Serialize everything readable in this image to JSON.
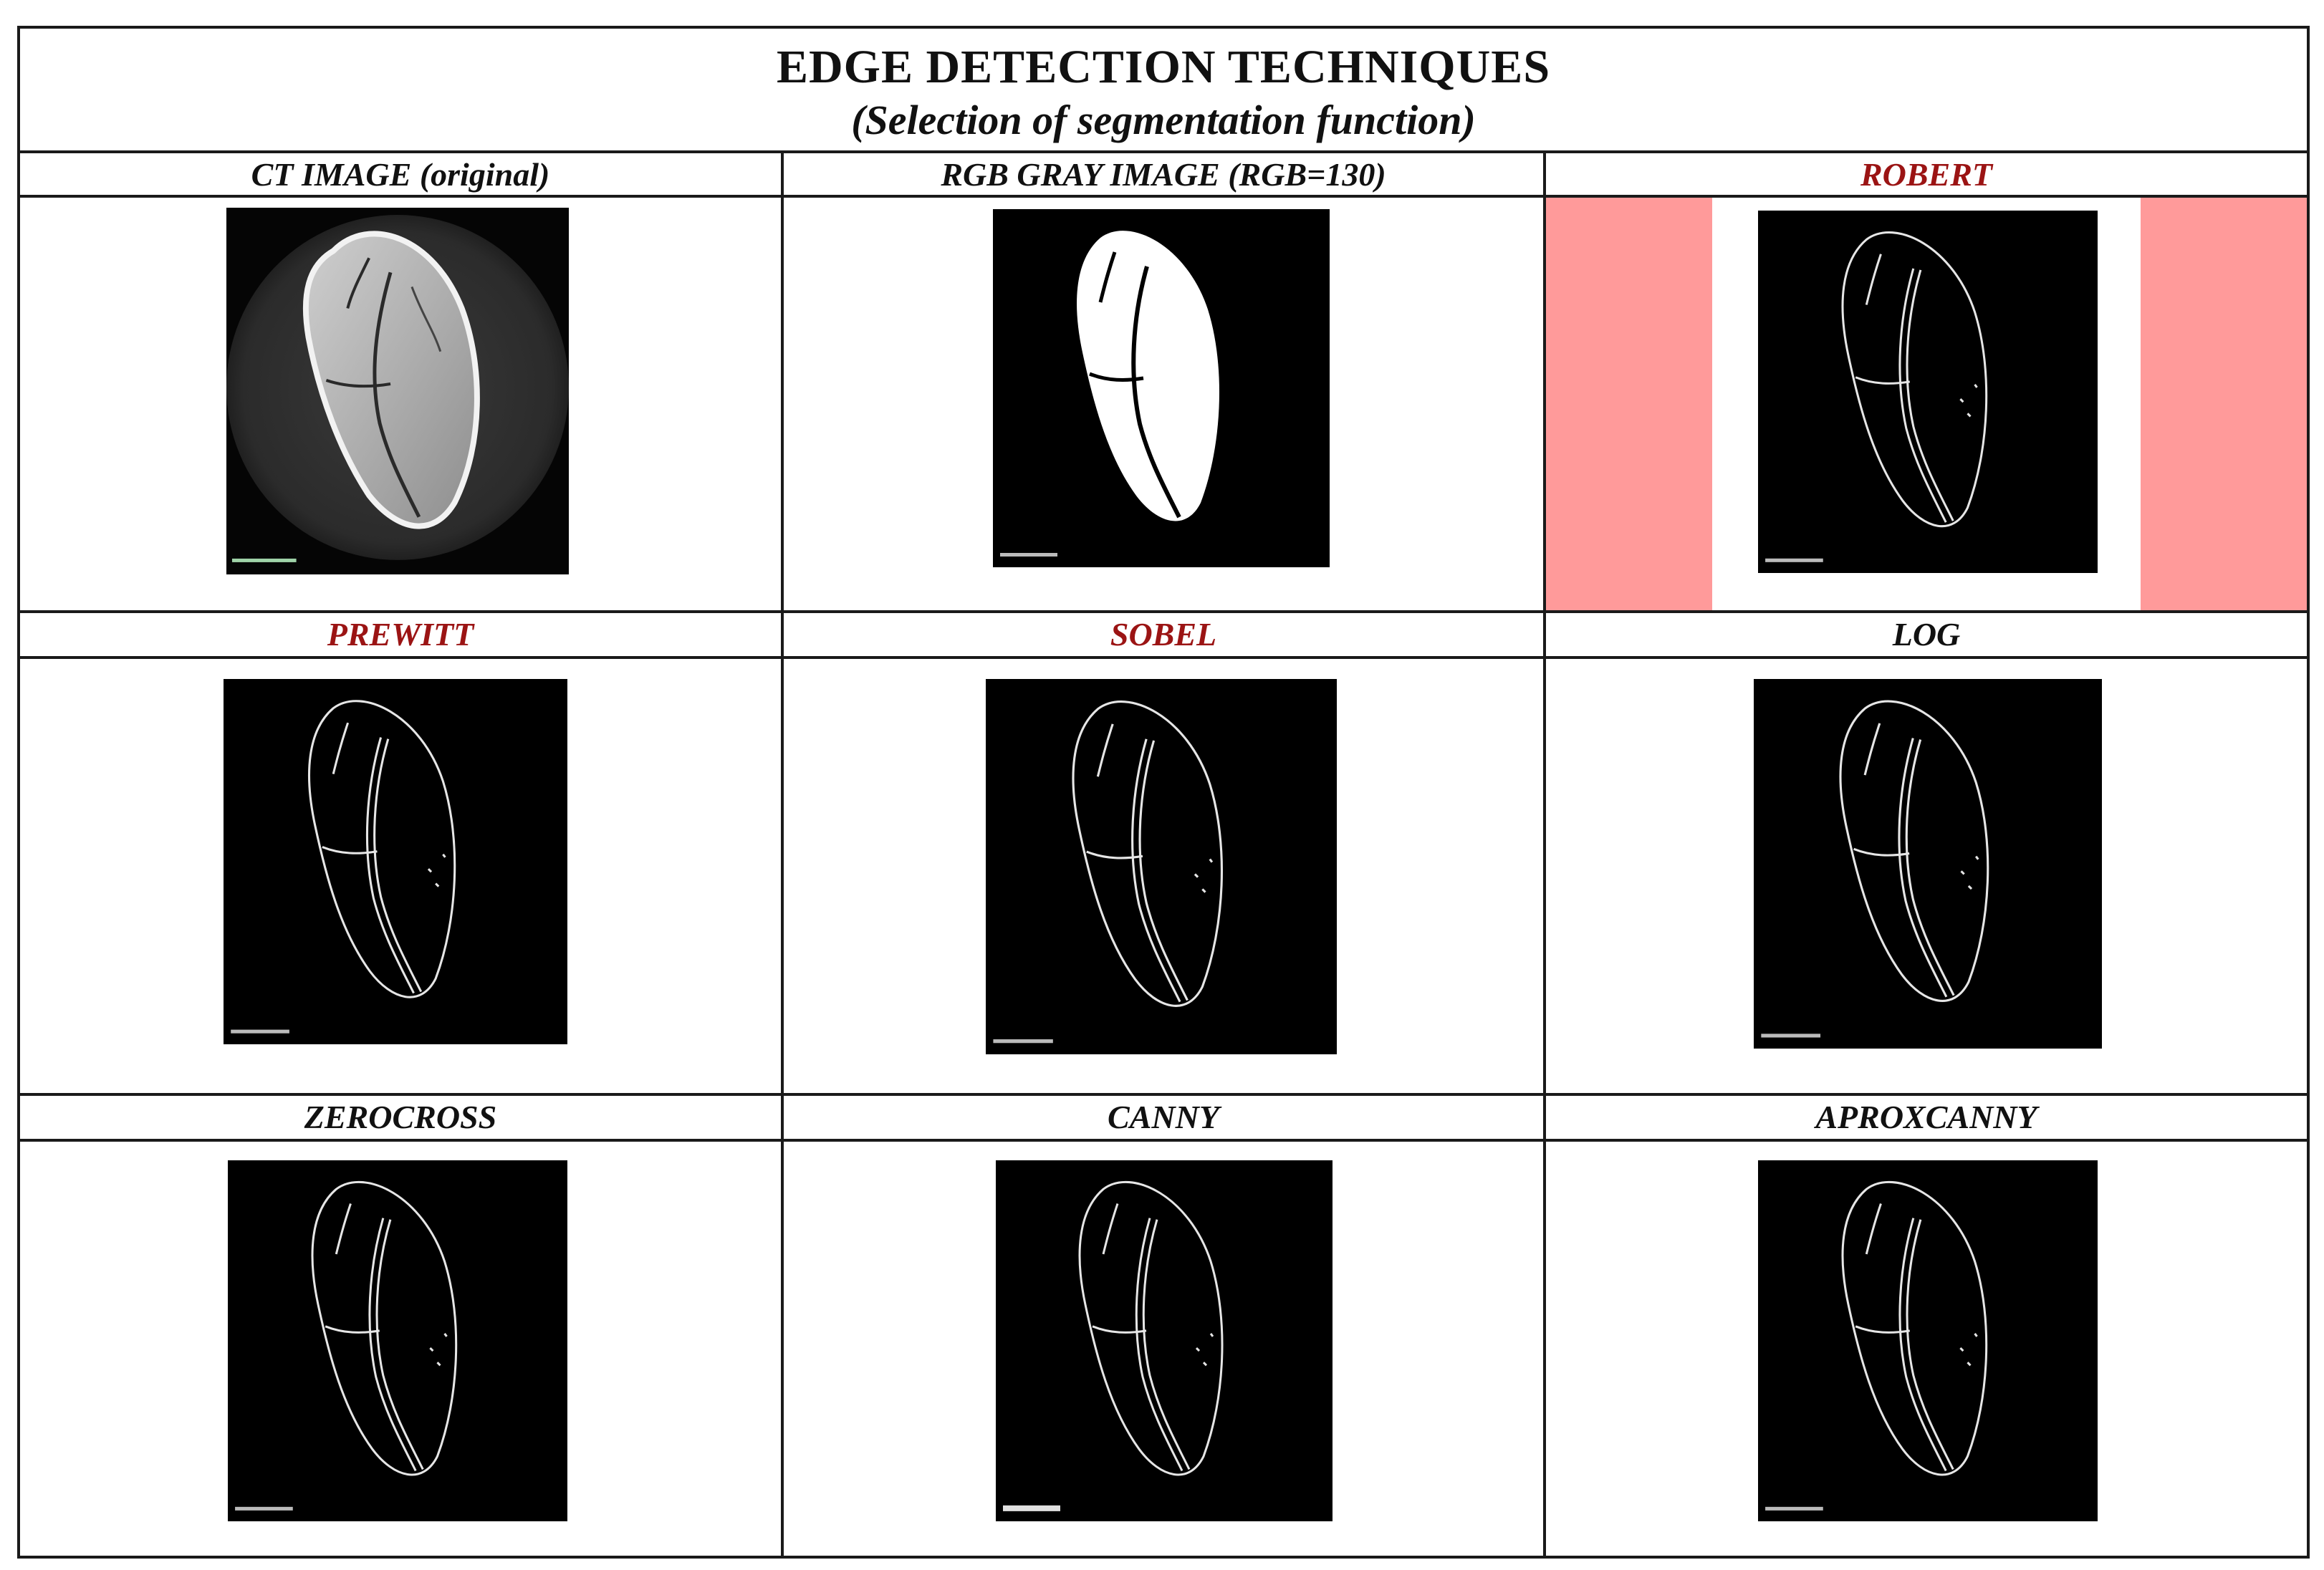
{
  "header": {
    "title": "EDGE DETECTION TECHNIQUES",
    "subtitle": "(Selection of segmentation function)"
  },
  "cells": [
    {
      "label": "CT IMAGE (original)",
      "kind": "ct-original",
      "highlight": false
    },
    {
      "label": "RGB GRAY IMAGE (RGB=130)",
      "kind": "binary-mask",
      "highlight": false
    },
    {
      "label": "ROBERT",
      "kind": "edges",
      "highlight": true
    },
    {
      "label": "PREWITT",
      "kind": "edges",
      "highlight": true
    },
    {
      "label": "SOBEL",
      "kind": "edges",
      "highlight": true
    },
    {
      "label": "LOG",
      "kind": "edges",
      "highlight": false
    },
    {
      "label": "ZEROCROSS",
      "kind": "edges",
      "highlight": false
    },
    {
      "label": "CANNY",
      "kind": "edges",
      "highlight": false
    },
    {
      "label": "APROXCANNY",
      "kind": "edges",
      "highlight": false
    }
  ],
  "colors": {
    "highlight_label": "#9b1414",
    "highlight_band": "#ff9a9a",
    "grid_line": "#1a1a1a"
  }
}
